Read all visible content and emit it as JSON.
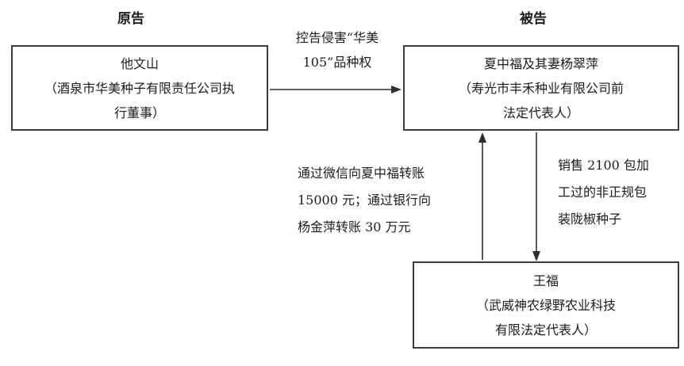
{
  "header": {
    "plaintiff_label": "原告",
    "defendant_label": "被告"
  },
  "nodes": {
    "plaintiff": {
      "lines": [
        "他文山",
        "（酒泉市华美种子有限责任公司执",
        "行董事）"
      ]
    },
    "defendant": {
      "lines": [
        "夏中福及其妻杨翠萍",
        "（寿光市丰禾种业有限公司前",
        "法定代表人）"
      ]
    },
    "wangfu": {
      "lines": [
        "王福",
        "（武威神农绿野农业科技",
        "有限法定代表人）"
      ]
    }
  },
  "edges": {
    "accusation": {
      "lines": [
        "控告侵害“华美",
        "105”品种权"
      ]
    },
    "transfer": {
      "lines": [
        "通过微信向夏中福转账",
        "15000 元；通过银行向",
        "杨金萍转账 30 万元"
      ]
    },
    "sale": {
      "lines": [
        "销售 2100 包加",
        "工过的非正规包",
        "装陇椒种子"
      ]
    }
  },
  "colors": {
    "line": "#2e2e2e",
    "border": "#3c3c3c",
    "text": "#1c1c1c",
    "background": "#ffffff"
  }
}
